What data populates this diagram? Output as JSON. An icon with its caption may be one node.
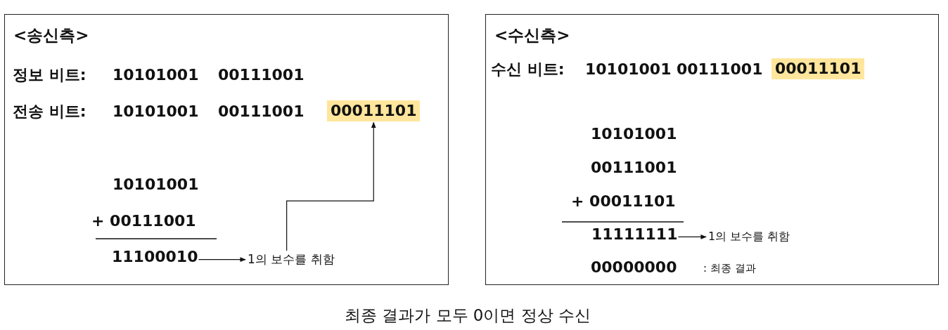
{
  "diagram": {
    "caption": "최종 결과가 모두 0이면 정상 수신",
    "nodes": [
      {
        "text": [
          "<송신측>"
        ]
      },
      {
        "text": [
          "00011101"
        ],
        "in": 0
      },
      {
        "text": [
          "11100010"
        ],
        "in": 0
      },
      {
        "text": [
          "1의 보수를 취함"
        ],
        "in": 0
      },
      {
        "text": [
          "<수신측>"
        ]
      },
      {
        "text": [
          "00011101"
        ],
        "in": 4
      },
      {
        "text": [
          "11111111"
        ],
        "in": 4
      },
      {
        "text": [
          "1의 보수를 취함"
        ],
        "in": 4
      }
    ],
    "edges": [
      {
        "from": 2,
        "to": 3,
        "arrow": "to"
      },
      {
        "from": 3,
        "to": 1,
        "arrow": "to"
      },
      {
        "from": 6,
        "to": 7,
        "arrow": "to"
      }
    ],
    "labels": [
      "정보 비트:",
      "10101001",
      "00111001",
      "전송 비트:",
      "10101001",
      "00111001",
      "10101001",
      "+ 00111001",
      "수신 비트:",
      "10101001",
      "00111001",
      "10101001",
      "00111001",
      "+ 00011101",
      "00000000",
      ": 최종 결과"
    ]
  }
}
